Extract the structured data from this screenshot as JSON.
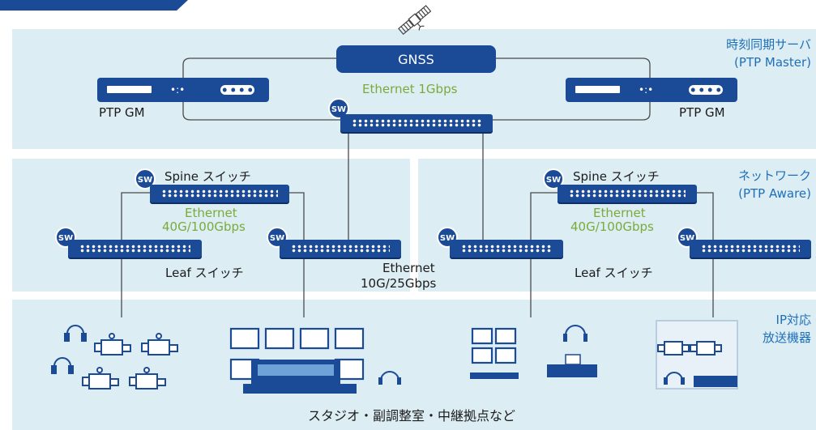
{
  "zones": {
    "top_right_label_1": "時刻同期サーバ",
    "top_right_label_2": "(PTP Master)",
    "mid_right_label_1": "ネットワーク",
    "mid_right_label_2": "(PTP Aware)",
    "bottom_right_label_1": "IP対応",
    "bottom_right_label_2": "放送機器"
  },
  "gnss": {
    "label": "GNSS"
  },
  "ptp_gm_left": {
    "label": "PTP GM"
  },
  "ptp_gm_right": {
    "label": "PTP GM"
  },
  "ethernet_top": "Ethernet 1Gbps",
  "spine_left": {
    "label": "Spine スイッチ",
    "ethernet_1": "Ethernet",
    "ethernet_2": "40G/100Gbps"
  },
  "spine_right": {
    "label": "Spine スイッチ",
    "ethernet_1": "Ethernet",
    "ethernet_2": "40G/100Gbps"
  },
  "leaf_left": {
    "label": "Leaf スイッチ"
  },
  "leaf_right": {
    "label": "Leaf スイッチ"
  },
  "ethernet_mid_1": "Ethernet",
  "ethernet_mid_2": "10G/25Gbps",
  "sw_icon": "SW",
  "bottom_caption": "スタジオ・副調整室・中継拠点など",
  "colors": {
    "zone_bg": "#dcedf4",
    "device_blue": "#1b4a97",
    "label_blue": "#1f6fb8",
    "ethernet_green": "#7aab3a"
  }
}
